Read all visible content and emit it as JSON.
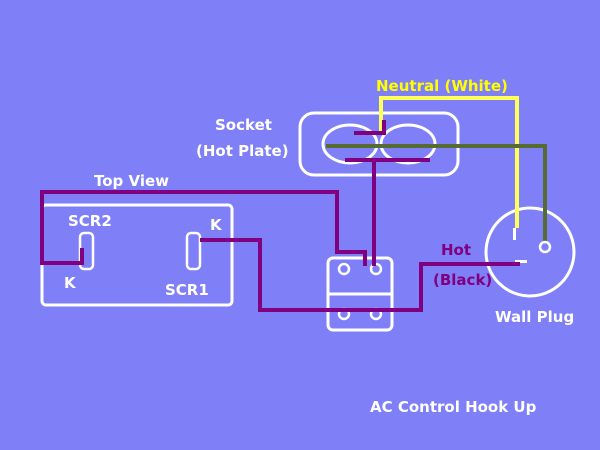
{
  "labels": {
    "neutral": "Neutral (White)",
    "socket_line1": "Socket",
    "socket_line2": "(Hot Plate)",
    "top_view": "Top View",
    "scr2": "SCR2",
    "scr1": "SCR1",
    "k_left": "K",
    "k_right": "K",
    "hot_line1": "Hot",
    "hot_line2": "(Black)",
    "wall_plug": "Wall Plug",
    "caption": "AC Control Hook Up"
  },
  "colors": {
    "background": "#7f7ff7",
    "label_text": "#ffffff",
    "neutral_text": "#ffff00",
    "hot_text": "#800080",
    "neutral_wire": "#ffff55",
    "ground_wire": "#556b2f",
    "hot_wire": "#800080",
    "outline": "#ffffff"
  }
}
